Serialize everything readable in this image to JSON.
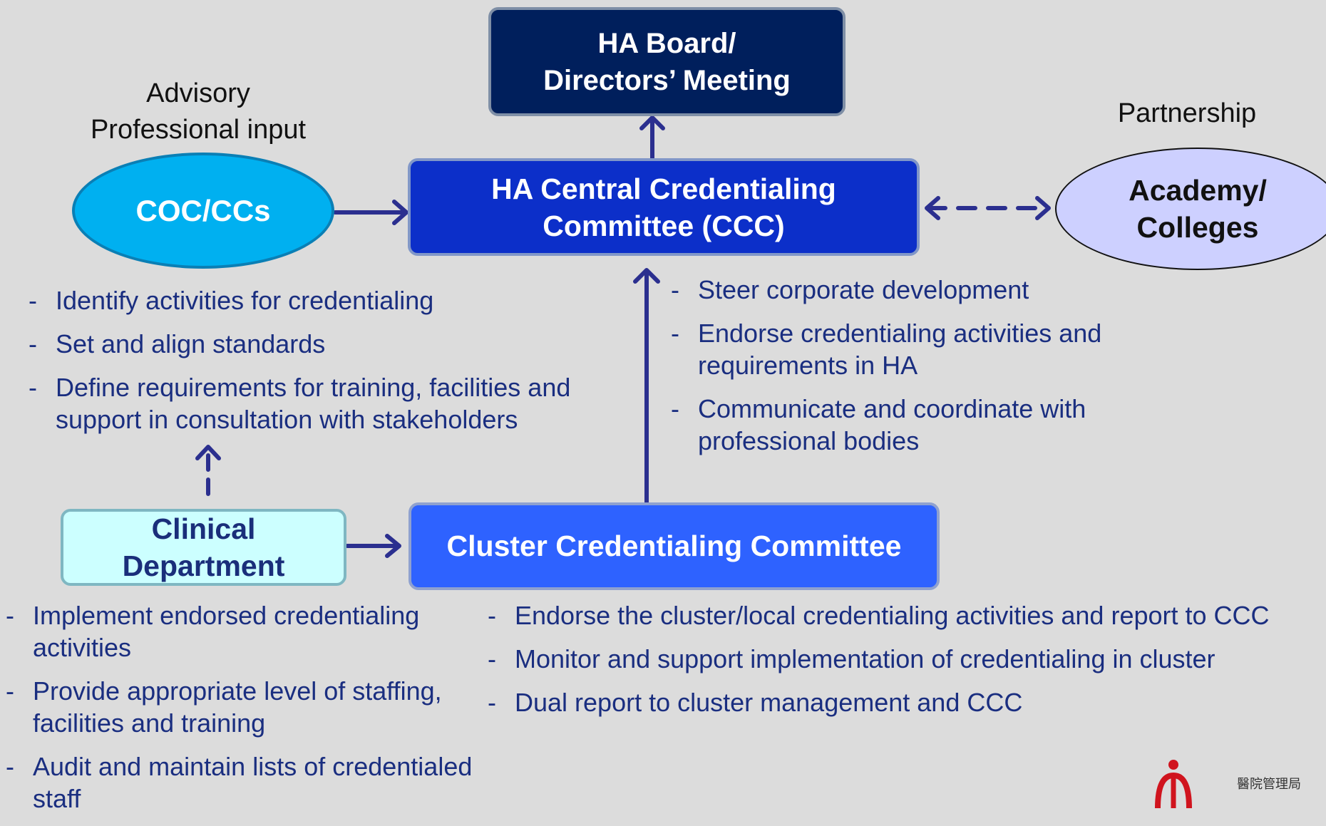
{
  "board": {
    "line1": "HA Board/",
    "line2": "Directors’ Meeting"
  },
  "ccc": {
    "line1": "HA Central Credentialing",
    "line2": "Committee (CCC)"
  },
  "coc": {
    "label": "COC/CCs"
  },
  "advisory": {
    "line1": "Advisory",
    "line2": "Professional input"
  },
  "academy": {
    "label": "Academy/\nColleges"
  },
  "partnership": {
    "label": "Partnership"
  },
  "clinical": {
    "line1": "Clinical",
    "line2": "Department"
  },
  "cluster": {
    "label": "Cluster Credentialing Committee"
  },
  "coc_duties": [
    "Identify activities for credentialing",
    "Set and align standards",
    "Define requirements for training, facilities and support in consultation with stakeholders"
  ],
  "ccc_duties": [
    "Steer corporate development",
    "Endorse credentialing activities and requirements in HA",
    "Communicate and coordinate with professional bodies"
  ],
  "clinical_duties": [
    "Implement endorsed credentialing activities",
    "Provide appropriate level of staffing, facilities and training",
    "Audit and maintain lists of credentialed staff"
  ],
  "cluster_duties": [
    "Endorse the cluster/local credentialing activities and report to CCC",
    "Monitor and support implementation of credentialing in cluster",
    "Dual report to cluster management and CCC"
  ],
  "colors": {
    "board": "#001f5c",
    "ccc": "#0c2fc9",
    "cluster": "#2e62ff",
    "clinical": "#ccffff",
    "coc": "#00b0f0",
    "academy": "#cdd0ff",
    "arrow": "#2b2f8f"
  },
  "logo": {
    "icon": "hospital-authority-logo-icon",
    "text": "醫院管理局"
  }
}
